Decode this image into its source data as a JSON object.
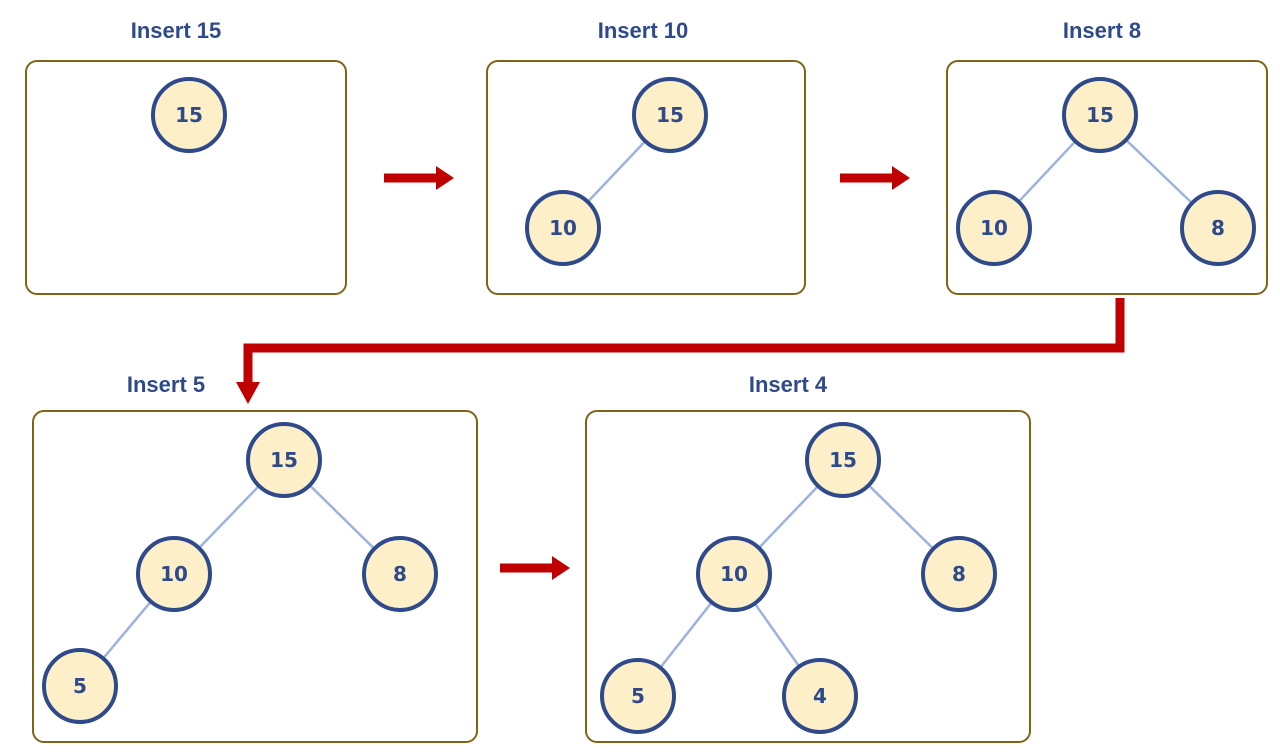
{
  "accent_color": "#c00000",
  "node_fill": "#fdf0c9",
  "node_stroke": "#2f4a8a",
  "panel_border": "#7f6418",
  "steps": [
    {
      "title": "Insert 15",
      "nodes": [
        {
          "id": "15",
          "label": "15"
        }
      ],
      "edges": []
    },
    {
      "title": "Insert 10",
      "nodes": [
        {
          "id": "15",
          "label": "15"
        },
        {
          "id": "10",
          "label": "10"
        }
      ],
      "edges": [
        [
          "15",
          "10"
        ]
      ]
    },
    {
      "title": "Insert 8",
      "nodes": [
        {
          "id": "15",
          "label": "15"
        },
        {
          "id": "10",
          "label": "10"
        },
        {
          "id": "8",
          "label": "8"
        }
      ],
      "edges": [
        [
          "15",
          "10"
        ],
        [
          "15",
          "8"
        ]
      ]
    },
    {
      "title": "Insert 5",
      "nodes": [
        {
          "id": "15",
          "label": "15"
        },
        {
          "id": "10",
          "label": "10"
        },
        {
          "id": "8",
          "label": "8"
        },
        {
          "id": "5",
          "label": "5"
        }
      ],
      "edges": [
        [
          "15",
          "10"
        ],
        [
          "15",
          "8"
        ],
        [
          "10",
          "5"
        ]
      ]
    },
    {
      "title": "Insert 4",
      "nodes": [
        {
          "id": "15",
          "label": "15"
        },
        {
          "id": "10",
          "label": "10"
        },
        {
          "id": "8",
          "label": "8"
        },
        {
          "id": "5",
          "label": "5"
        },
        {
          "id": "4",
          "label": "4"
        }
      ],
      "edges": [
        [
          "15",
          "10"
        ],
        [
          "15",
          "8"
        ],
        [
          "10",
          "5"
        ],
        [
          "10",
          "4"
        ]
      ]
    }
  ]
}
